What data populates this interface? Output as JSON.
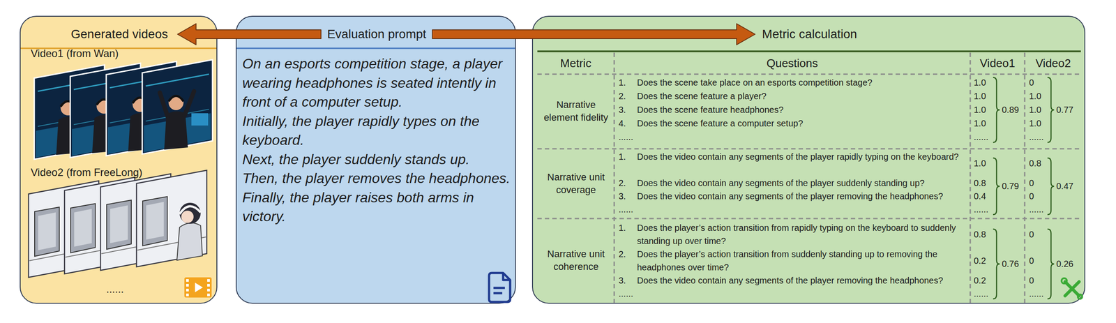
{
  "diagram": {
    "nodes": [
      {
        "text": [
          "Generated videos",
          "Video1 (from Wan)",
          "Video2 (from FreeLong)",
          "......"
        ]
      },
      {
        "text": [
          "Evaluation prompt",
          "On an esports competition stage, a player wearing headphones is seated intently in front of a computer setup.",
          "Initially, the player rapidly types on the keyboard.",
          "Next, the player suddenly stands up.",
          "Then, the player removes the headphones.",
          "Finally, the player raises both arms in victory."
        ]
      },
      {
        "text": [
          "Metric calculation"
        ]
      }
    ],
    "edges": [
      {
        "from": 1,
        "to": 0,
        "arrow": "to"
      },
      {
        "from": 1,
        "to": 2,
        "arrow": "to"
      }
    ],
    "labels": [
      "Metric",
      "Questions",
      "Video1",
      "Video2",
      "Narrative element fidelity",
      "1.",
      "Does the scene take place on an esports competition stage?",
      "2.",
      "Does the scene feature a player?",
      "3.",
      "Does the scene feature headphones?",
      "4.",
      "Does the scene feature a computer setup?",
      "......",
      "1.0",
      "1.0",
      "1.0",
      "1.0",
      "......",
      "0.89",
      "0",
      "1.0",
      "1.0",
      "1.0",
      "......",
      "0.77",
      "Narrative unit coverage",
      "1.",
      "Does the video contain any segments of the player rapidly typing on the keyboard?",
      "2.",
      "Does the video contain any segments of the player suddenly standing up?",
      "3.",
      "Does the video contain any segments of the player removing the headphones?",
      "......",
      "1.0",
      "0.8",
      "0.4",
      "......",
      "0.79",
      "0.8",
      "0",
      "0",
      "......",
      "0.47",
      "Narrative unit coherence",
      "1.",
      "Does the player’s action transition from rapidly typing on the keyboard to suddenly standing up over time?",
      "2.",
      "Does the player’s action transition from suddenly standing up to removing the headphones over time?",
      "3.",
      "Does the video contain any segments of the player removing the headphones?",
      "......",
      "0.8",
      "0.2",
      "0.2",
      "......",
      "0.76",
      "0",
      "0",
      "0",
      "......",
      "0.26"
    ]
  }
}
